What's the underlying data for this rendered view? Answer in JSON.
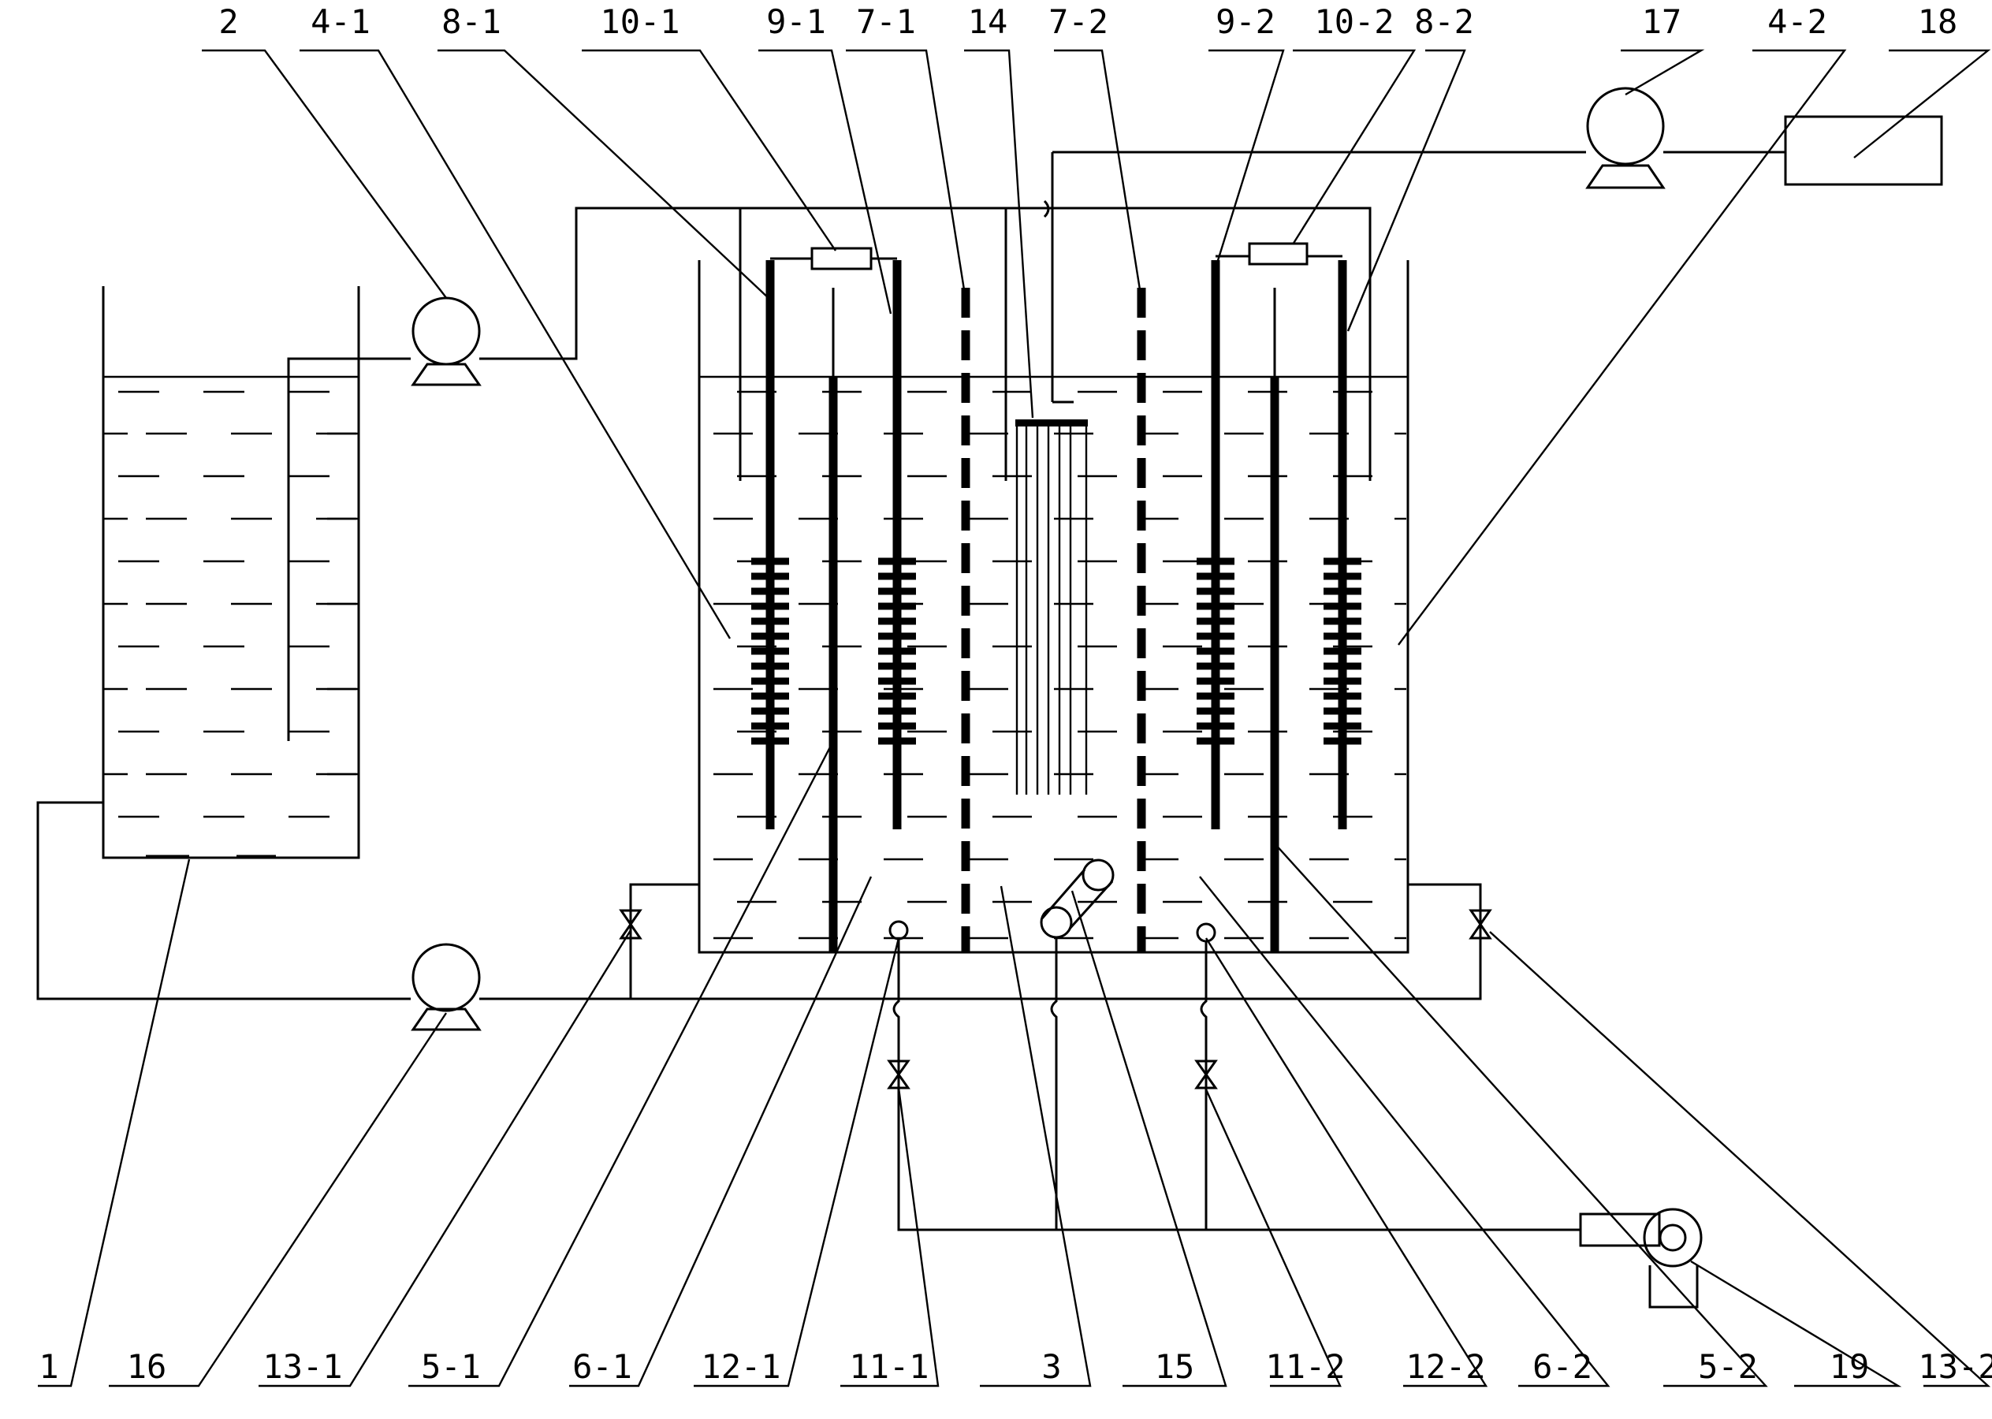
{
  "diagram": {
    "labels_top": [
      "2",
      "4-1",
      "8-1",
      "10-1",
      "9-1",
      "7-1",
      "14",
      "7-2",
      "9-2",
      "10-2",
      "8-2",
      "17",
      "4-2",
      "18"
    ],
    "labels_bottom": [
      "1",
      "16",
      "13-1",
      "5-1",
      "6-1",
      "12-1",
      "11-1",
      "3",
      "15",
      "11-2",
      "12-2",
      "6-2",
      "5-2",
      "19",
      "13-2"
    ]
  }
}
